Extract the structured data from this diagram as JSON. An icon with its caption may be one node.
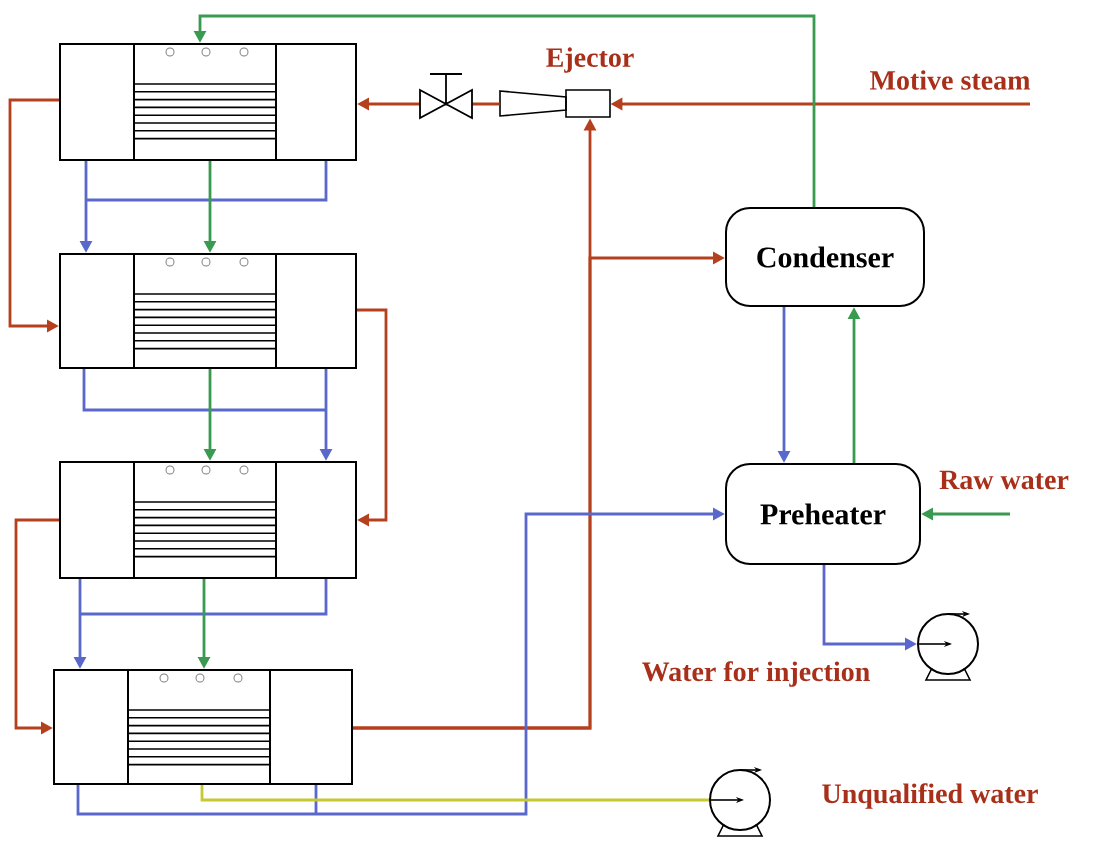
{
  "diagram": {
    "nodes": [
      {
        "text": [],
        "shape": "box"
      },
      {
        "text": [],
        "shape": "box"
      },
      {
        "text": [],
        "shape": "box"
      },
      {
        "text": [],
        "shape": "box"
      },
      {
        "text": [
          "Ejector"
        ]
      },
      {
        "text": [
          "Condenser"
        ]
      },
      {
        "text": [
          "Preheater"
        ]
      },
      {
        "text": [],
        "shape": "pump",
        "beside": [
          "Water for injection"
        ]
      },
      {
        "text": [],
        "shape": "pump",
        "beside": [
          "Unqualified water"
        ]
      }
    ],
    "edges": [
      {
        "from": null,
        "to": 4,
        "arrow": "to",
        "label": "Motive steam"
      },
      {
        "from": 4,
        "to": 0,
        "arrow": "to"
      },
      {
        "from": 5,
        "to": 0,
        "arrow": "to",
        "color": "#3a9a50"
      },
      {
        "from": 0,
        "to": 1,
        "arrow": "to"
      },
      {
        "from": 0,
        "to": 1,
        "arrow": "to",
        "color": "#5a68cc"
      },
      {
        "from": 0,
        "to": 1,
        "arrow": "to",
        "color": "#3a9a50"
      },
      {
        "from": 1,
        "to": 2,
        "arrow": "to"
      },
      {
        "from": 1,
        "to": 2,
        "arrow": "to",
        "color": "#5a68cc"
      },
      {
        "from": 1,
        "to": 2,
        "arrow": "to",
        "color": "#3a9a50"
      },
      {
        "from": 2,
        "to": 3,
        "arrow": "to"
      },
      {
        "from": 2,
        "to": 3,
        "arrow": "to",
        "color": "#5a68cc"
      },
      {
        "from": 2,
        "to": 3,
        "arrow": "to",
        "color": "#3a9a50"
      },
      {
        "from": 3,
        "to": 4,
        "arrow": "to"
      },
      {
        "from": 3,
        "to": 5,
        "arrow": "to"
      },
      {
        "from": 3,
        "to": 6,
        "arrow": "to",
        "color": "#5a68cc"
      },
      {
        "from": 3,
        "to": 8,
        "arrow": "none",
        "color": "#c8c832"
      },
      {
        "from": 5,
        "to": 6,
        "arrow": "to",
        "color": "#5a68cc"
      },
      {
        "from": 6,
        "to": 5,
        "arrow": "to",
        "color": "#3a9a50"
      },
      {
        "from": null,
        "to": 6,
        "arrow": "to",
        "label": "Raw water",
        "color": "#3a9a50"
      },
      {
        "from": 6,
        "to": 7,
        "arrow": "to",
        "color": "#5a68cc"
      }
    ]
  }
}
